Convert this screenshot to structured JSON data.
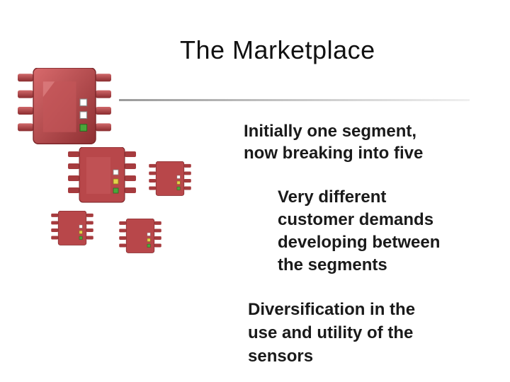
{
  "slide": {
    "title": "The Marketplace",
    "bullets": [
      {
        "lines": [
          "Initially one segment,",
          "now breaking into five"
        ]
      },
      {
        "lines": [
          "Very different",
          "customer demands",
          "developing between",
          "the segments"
        ]
      },
      {
        "lines": [
          "Diversification in the",
          "use and utility of the",
          "sensors"
        ]
      }
    ]
  },
  "colors": {
    "chip_body": "#b8474a",
    "chip_pins": "#a63b3e",
    "led_green": "#4aa63a",
    "led_yellow": "#e2d44a",
    "led_empty": "#ffffff"
  },
  "icons": [
    "microchip-icon"
  ]
}
